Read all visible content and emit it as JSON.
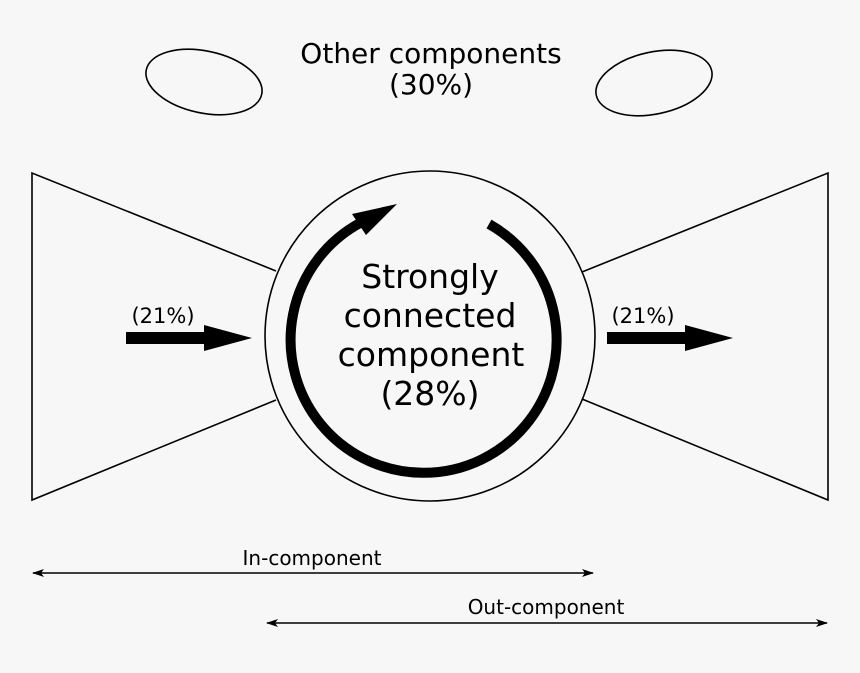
{
  "other": {
    "line1": "Other components",
    "line2": "(30%)"
  },
  "scc": {
    "line1": "Strongly",
    "line2": "connected",
    "line3": "component",
    "line4": "(28%)"
  },
  "in_percent": "(21%)",
  "out_percent": "(21%)",
  "in_component_label": "In-component",
  "out_component_label": "Out-component",
  "colors": {
    "background": "#f7f7f7",
    "stroke": "#000000"
  }
}
